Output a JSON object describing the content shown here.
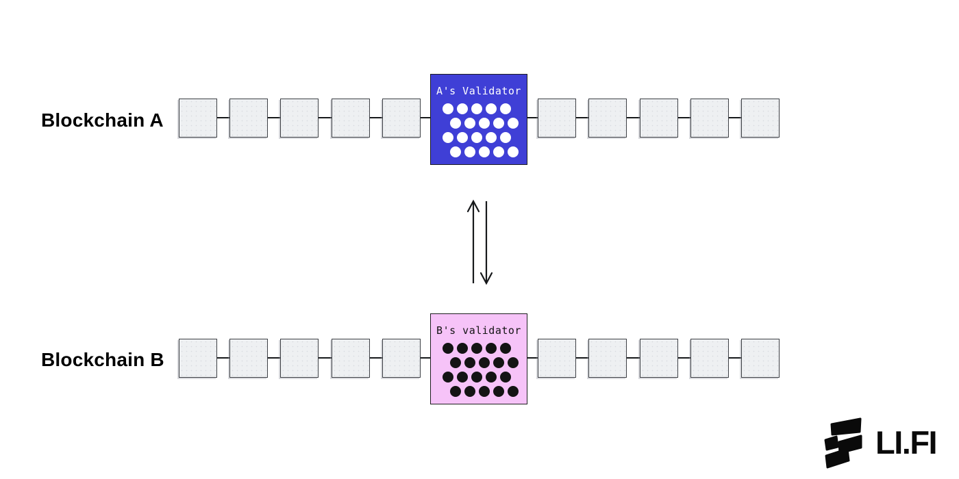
{
  "chains": [
    {
      "label": "Blockchain A",
      "blocks_before_validator": 5,
      "blocks_after_validator": 5,
      "validator": {
        "label": "A's Validator",
        "fill": "#3f3fd6",
        "text_color": "#ffffff",
        "dot_color": "#ffffff",
        "dot_rows": 4,
        "dot_cols": 5
      }
    },
    {
      "label": "Blockchain B",
      "blocks_before_validator": 5,
      "blocks_after_validator": 5,
      "validator": {
        "label": "B's validator",
        "fill": "#f6c3f8",
        "text_color": "#141414",
        "dot_color": "#141414",
        "dot_rows": 4,
        "dot_cols": 5
      }
    }
  ],
  "arrows": {
    "direction": "bidirectional",
    "color": "#16181a"
  },
  "style": {
    "background": "#ffffff",
    "block_fill": "#eef0f2",
    "block_border": "#3c3f44",
    "connector_color": "#16181a"
  },
  "logo": {
    "text": "LI.FI",
    "icon": "lifi-mark-icon",
    "color": "#0a0a0a"
  }
}
